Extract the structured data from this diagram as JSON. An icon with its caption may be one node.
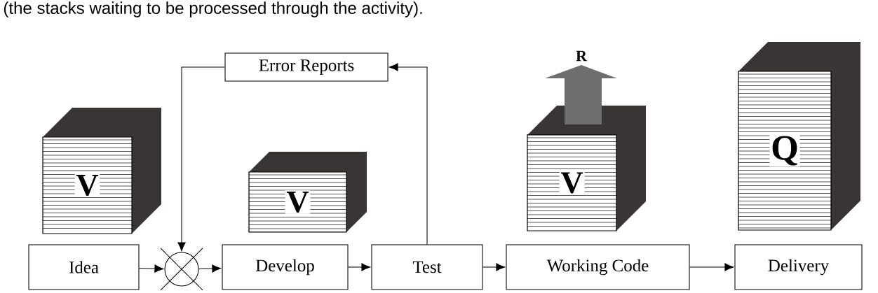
{
  "diagram": {
    "nodes": [
      {
        "text": [
          "Error Reports"
        ]
      },
      {
        "text": [
          "V"
        ]
      },
      {
        "text": [
          "V"
        ]
      },
      {
        "text": [
          "V"
        ]
      },
      {
        "text": [
          "Q"
        ]
      },
      {
        "text": [
          "Idea"
        ]
      },
      {
        "text": [],
        "shape": "circle"
      },
      {
        "text": [
          "Develop"
        ]
      },
      {
        "text": [
          "Test"
        ]
      },
      {
        "text": [
          "Working Code"
        ]
      },
      {
        "text": [
          "Delivery"
        ]
      }
    ],
    "edges": [
      {
        "from": 0,
        "to": 6,
        "arrow": "to"
      },
      {
        "from": 8,
        "to": 0,
        "arrow": "to"
      },
      {
        "from": 5,
        "to": 6,
        "arrow": "to"
      },
      {
        "from": 6,
        "to": 7,
        "arrow": "to"
      },
      {
        "from": 7,
        "to": 8,
        "arrow": "to"
      },
      {
        "from": 8,
        "to": 9,
        "arrow": "to"
      },
      {
        "from": 9,
        "to": 10,
        "arrow": "to"
      }
    ],
    "labels": [
      "(the stacks waiting to be processed through the activity).",
      "R"
    ]
  }
}
